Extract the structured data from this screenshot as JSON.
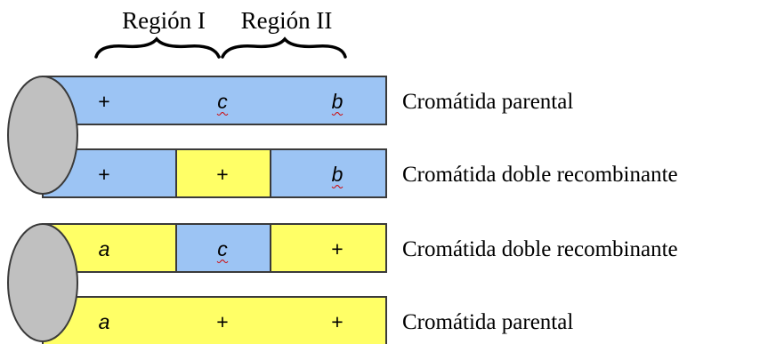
{
  "regions": {
    "region_1": "Región I",
    "region_2": "Región II"
  },
  "colors": {
    "blue": "#9cc4f4",
    "yellow": "#ffff66",
    "outline": "#3a3a3a",
    "centromere": "#c0c0c0",
    "spellcheck": "#d00000"
  },
  "chromatids": [
    {
      "label": "Cromátida parental",
      "segments": [
        {
          "color": "blue",
          "allele": "+"
        },
        {
          "color": "blue",
          "allele": "c"
        },
        {
          "color": "blue",
          "allele": "b"
        }
      ]
    },
    {
      "label": "Cromátida doble recombinante",
      "segments": [
        {
          "color": "blue",
          "allele": "+"
        },
        {
          "color": "yellow",
          "allele": "+"
        },
        {
          "color": "blue",
          "allele": "b"
        }
      ]
    },
    {
      "label": "Cromátida doble recombinante",
      "segments": [
        {
          "color": "yellow",
          "allele": "a"
        },
        {
          "color": "blue",
          "allele": "c"
        },
        {
          "color": "yellow",
          "allele": "+"
        }
      ]
    },
    {
      "label": "Cromátida parental",
      "segments": [
        {
          "color": "yellow",
          "allele": "a"
        },
        {
          "color": "yellow",
          "allele": "+"
        },
        {
          "color": "yellow",
          "allele": "+"
        }
      ]
    }
  ]
}
